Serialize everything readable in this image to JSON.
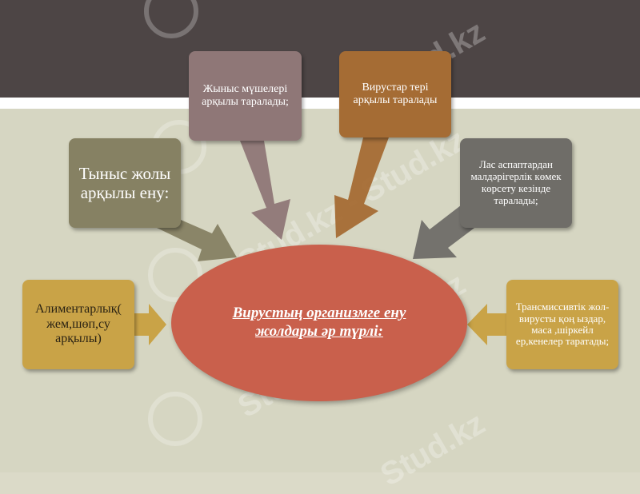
{
  "center": {
    "title": "Вирустың организмге ену жолдары әр түрлі:"
  },
  "boxes": {
    "genital": "Жыныс мүшелері арқылы таралады;",
    "skin": "Вирустар тері арқылы таралады",
    "airway": "Тыныс жолы арқылы ену:",
    "medical": "Лас аспаптардан малдәрігерлік көмек көрсету кезінде таралады;",
    "alimentary": "Алиментарлық( жем,шөп,су арқылы)",
    "transmissive": "Трансмиссивтік жол-вирусты қоң ыздар, маса ,шіркейл ер,кенелер таратады;"
  },
  "watermark": {
    "text": "Stud.kz",
    "text_long": "Stud.kz - Stud.kz"
  },
  "colors": {
    "top_band": "#4d4545",
    "background": "#d6d6c2",
    "ellipse": "#c9604c",
    "genital": "#8f7777",
    "skin": "#a56c34",
    "airway": "#868163",
    "medical": "#6f6d68",
    "gold": "#c9a347"
  }
}
